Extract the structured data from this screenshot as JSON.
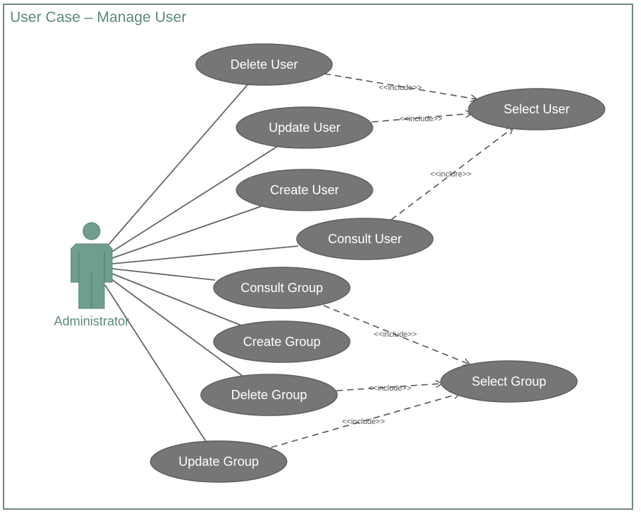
{
  "title": "User Case – Manage User",
  "actor": {
    "name": "Administrator",
    "color": "#6f9e8f"
  },
  "use_cases": {
    "delete_user": "Delete User",
    "update_user": "Update User",
    "create_user": "Create User",
    "consult_user": "Consult User",
    "consult_group": "Consult Group",
    "create_group": "Create Group",
    "delete_group": "Delete Group",
    "update_group": "Update Group",
    "select_user": "Select User",
    "select_group": "Select Group"
  },
  "relations": {
    "delete_user_select_user": "<<include>>",
    "update_user_select_user": "<<include>>",
    "consult_user_select_user": "<<inclure>>",
    "consult_group_select_group": "<<include>>",
    "delete_group_select_group": "<<include>>",
    "update_group_select_group": "<<include>>"
  },
  "colors": {
    "ellipse": "#767676",
    "ellipse_stroke": "#5f5f5f",
    "line": "#666666",
    "frame": "#6e8a7e",
    "title": "#5e8a7a"
  }
}
